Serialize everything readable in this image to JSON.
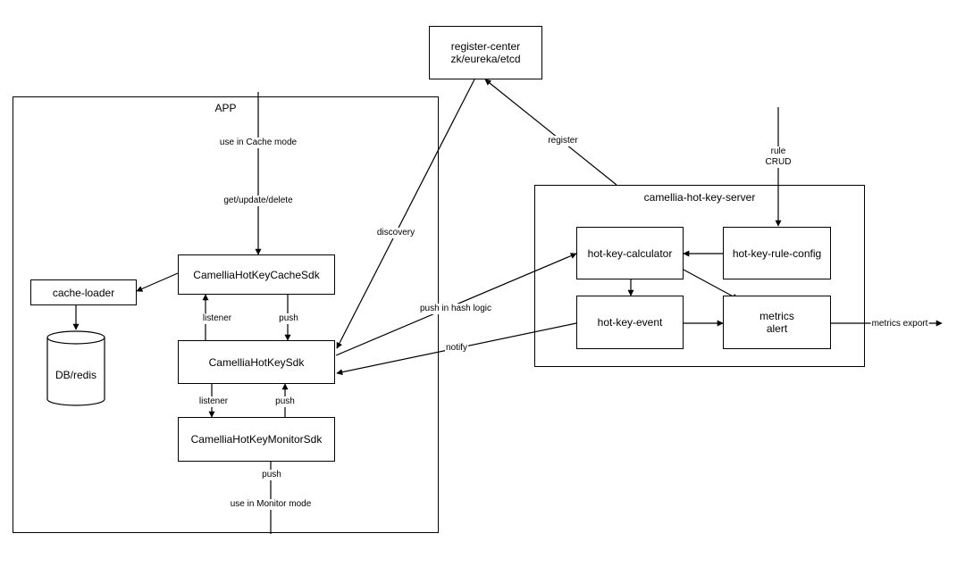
{
  "groups": {
    "app": "APP",
    "server": "camellia-hot-key-server"
  },
  "nodes": {
    "register_center": "register-center\nzk/eureka/etcd",
    "cache_loader": "cache-loader",
    "db_redis": "DB/redis",
    "cache_sdk": "CamelliaHotKeyCacheSdk",
    "hotkey_sdk": "CamelliaHotKeySdk",
    "monitor_sdk": "CamelliaHotKeyMonitorSdk",
    "calculator": "hot-key-calculator",
    "rule_config": "hot-key-rule-config",
    "event": "hot-key-event",
    "metrics_alert": "metrics\nalert"
  },
  "edges": {
    "use_cache_mode": "use in Cache mode",
    "get_update_delete": "get/update/delete",
    "discovery": "discovery",
    "register": "register",
    "rule_crud": "rule\nCRUD",
    "listener_up": "listener",
    "push_down": "push",
    "listener_down": "listener",
    "push_up": "push",
    "push_monitor": "push",
    "use_monitor_mode": "use in Monitor mode",
    "push_hash_logic": "push in hash logic",
    "notify": "notify",
    "metrics_export": "metrics export"
  }
}
